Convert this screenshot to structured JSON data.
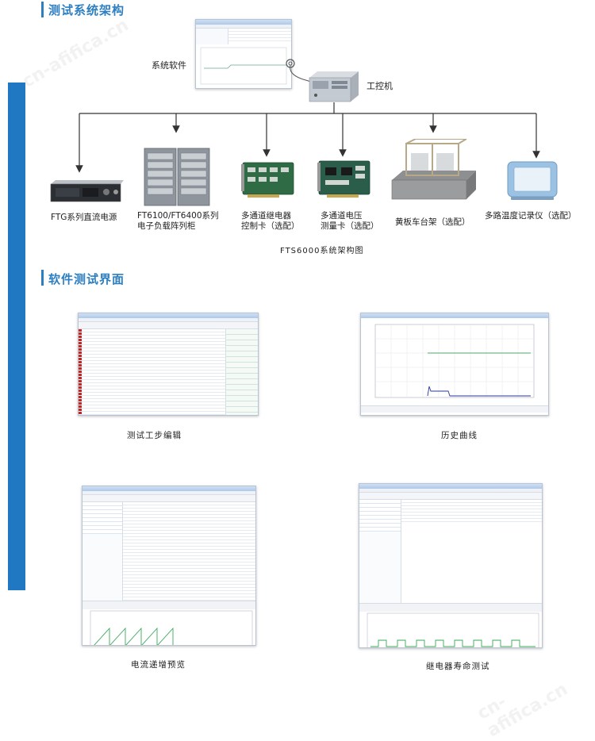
{
  "section1": {
    "title": "测试系统架构"
  },
  "section2": {
    "title": "软件测试界面"
  },
  "architecture": {
    "software_label": "系统软件",
    "ipc_label": "工控机",
    "diagram_caption": "FTS6000系统架构图",
    "devices": [
      {
        "line1": "FTG系列直流电源",
        "line2": ""
      },
      {
        "line1": "FT6100/FT6400系列",
        "line2": "电子负载阵列柜"
      },
      {
        "line1": "多通道继电器",
        "line2": "控制卡（选配）"
      },
      {
        "line1": "多通道电压",
        "line2": "测量卡（选配）"
      },
      {
        "line1": "黄板车台架（选配）",
        "line2": ""
      },
      {
        "line1": "多路温度记录仪（选配）",
        "line2": ""
      }
    ]
  },
  "screenshots": {
    "captions": [
      "测试工步编辑",
      "历史曲线",
      "电流递增预览",
      "继电器寿命测试"
    ]
  },
  "watermark": {
    "text": "cn-afifica.cn"
  },
  "colors": {
    "accent": "#2d7fc1",
    "sidebar": "#1f78c1"
  }
}
